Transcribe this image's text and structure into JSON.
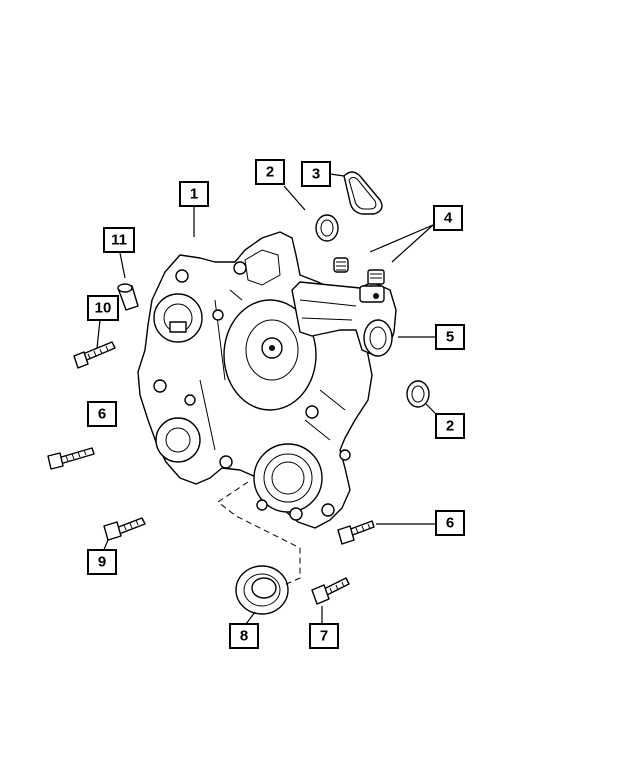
{
  "diagram": {
    "callouts": [
      {
        "id": "c1",
        "label": "1"
      },
      {
        "id": "c2a",
        "label": "2"
      },
      {
        "id": "c3",
        "label": "3"
      },
      {
        "id": "c4",
        "label": "4"
      },
      {
        "id": "c5",
        "label": "5"
      },
      {
        "id": "c2b",
        "label": "2"
      },
      {
        "id": "c11",
        "label": "11"
      },
      {
        "id": "c10",
        "label": "10"
      },
      {
        "id": "c6a",
        "label": "6"
      },
      {
        "id": "c6b",
        "label": "6"
      },
      {
        "id": "c9",
        "label": "9"
      },
      {
        "id": "c8",
        "label": "8"
      },
      {
        "id": "c7",
        "label": "7"
      }
    ]
  }
}
